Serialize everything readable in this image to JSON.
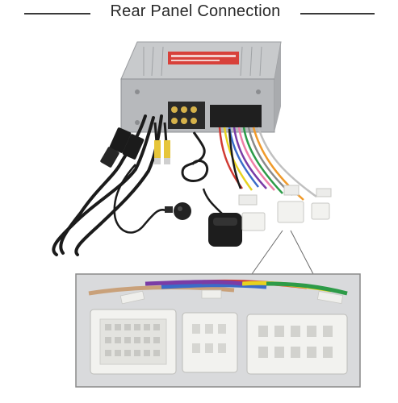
{
  "header": {
    "title": "Rear Panel Connection"
  },
  "colors": {
    "background": "#ffffff",
    "rule": "#3a3a3a",
    "unit_metal": "#bdbfc2",
    "label_red": "#d8413a",
    "connector_white": "#f2f2ef",
    "cable_black": "#1b1b1b"
  },
  "figure": {
    "items": [
      "head-unit",
      "rca-plugs",
      "usb-cables",
      "microphone",
      "gps-antenna",
      "wire-harness",
      "connector-zoom-inset"
    ]
  }
}
